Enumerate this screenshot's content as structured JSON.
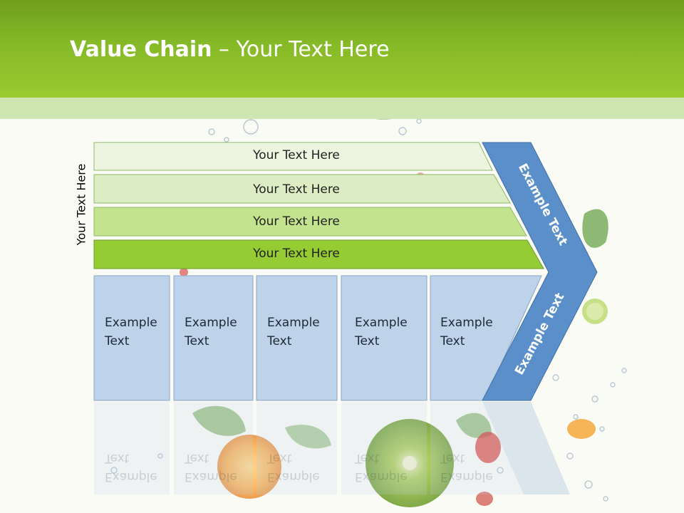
{
  "slide": {
    "title_bold": "Value Chain",
    "title_rest": " – Your Text Here"
  },
  "side_label": "Your Text Here",
  "bars": [
    {
      "label": "Your Text Here",
      "color": "#edf5e0"
    },
    {
      "label": "Your Text Here",
      "color": "#dcedc3"
    },
    {
      "label": "Your Text Here",
      "color": "#c3e38e"
    },
    {
      "label": "Your Text Here",
      "color": "#96cc33"
    }
  ],
  "boxes": [
    {
      "label": "Example Text"
    },
    {
      "label": "Example Text"
    },
    {
      "label": "Example Text"
    },
    {
      "label": "Example Text"
    },
    {
      "label": "Example Text"
    }
  ],
  "arrow": {
    "upper_label": "Example Text",
    "lower_label": "Example Text",
    "color": "#5b8fc9"
  },
  "colors": {
    "header": "#86b927",
    "box_fill": "#bed2ea"
  }
}
